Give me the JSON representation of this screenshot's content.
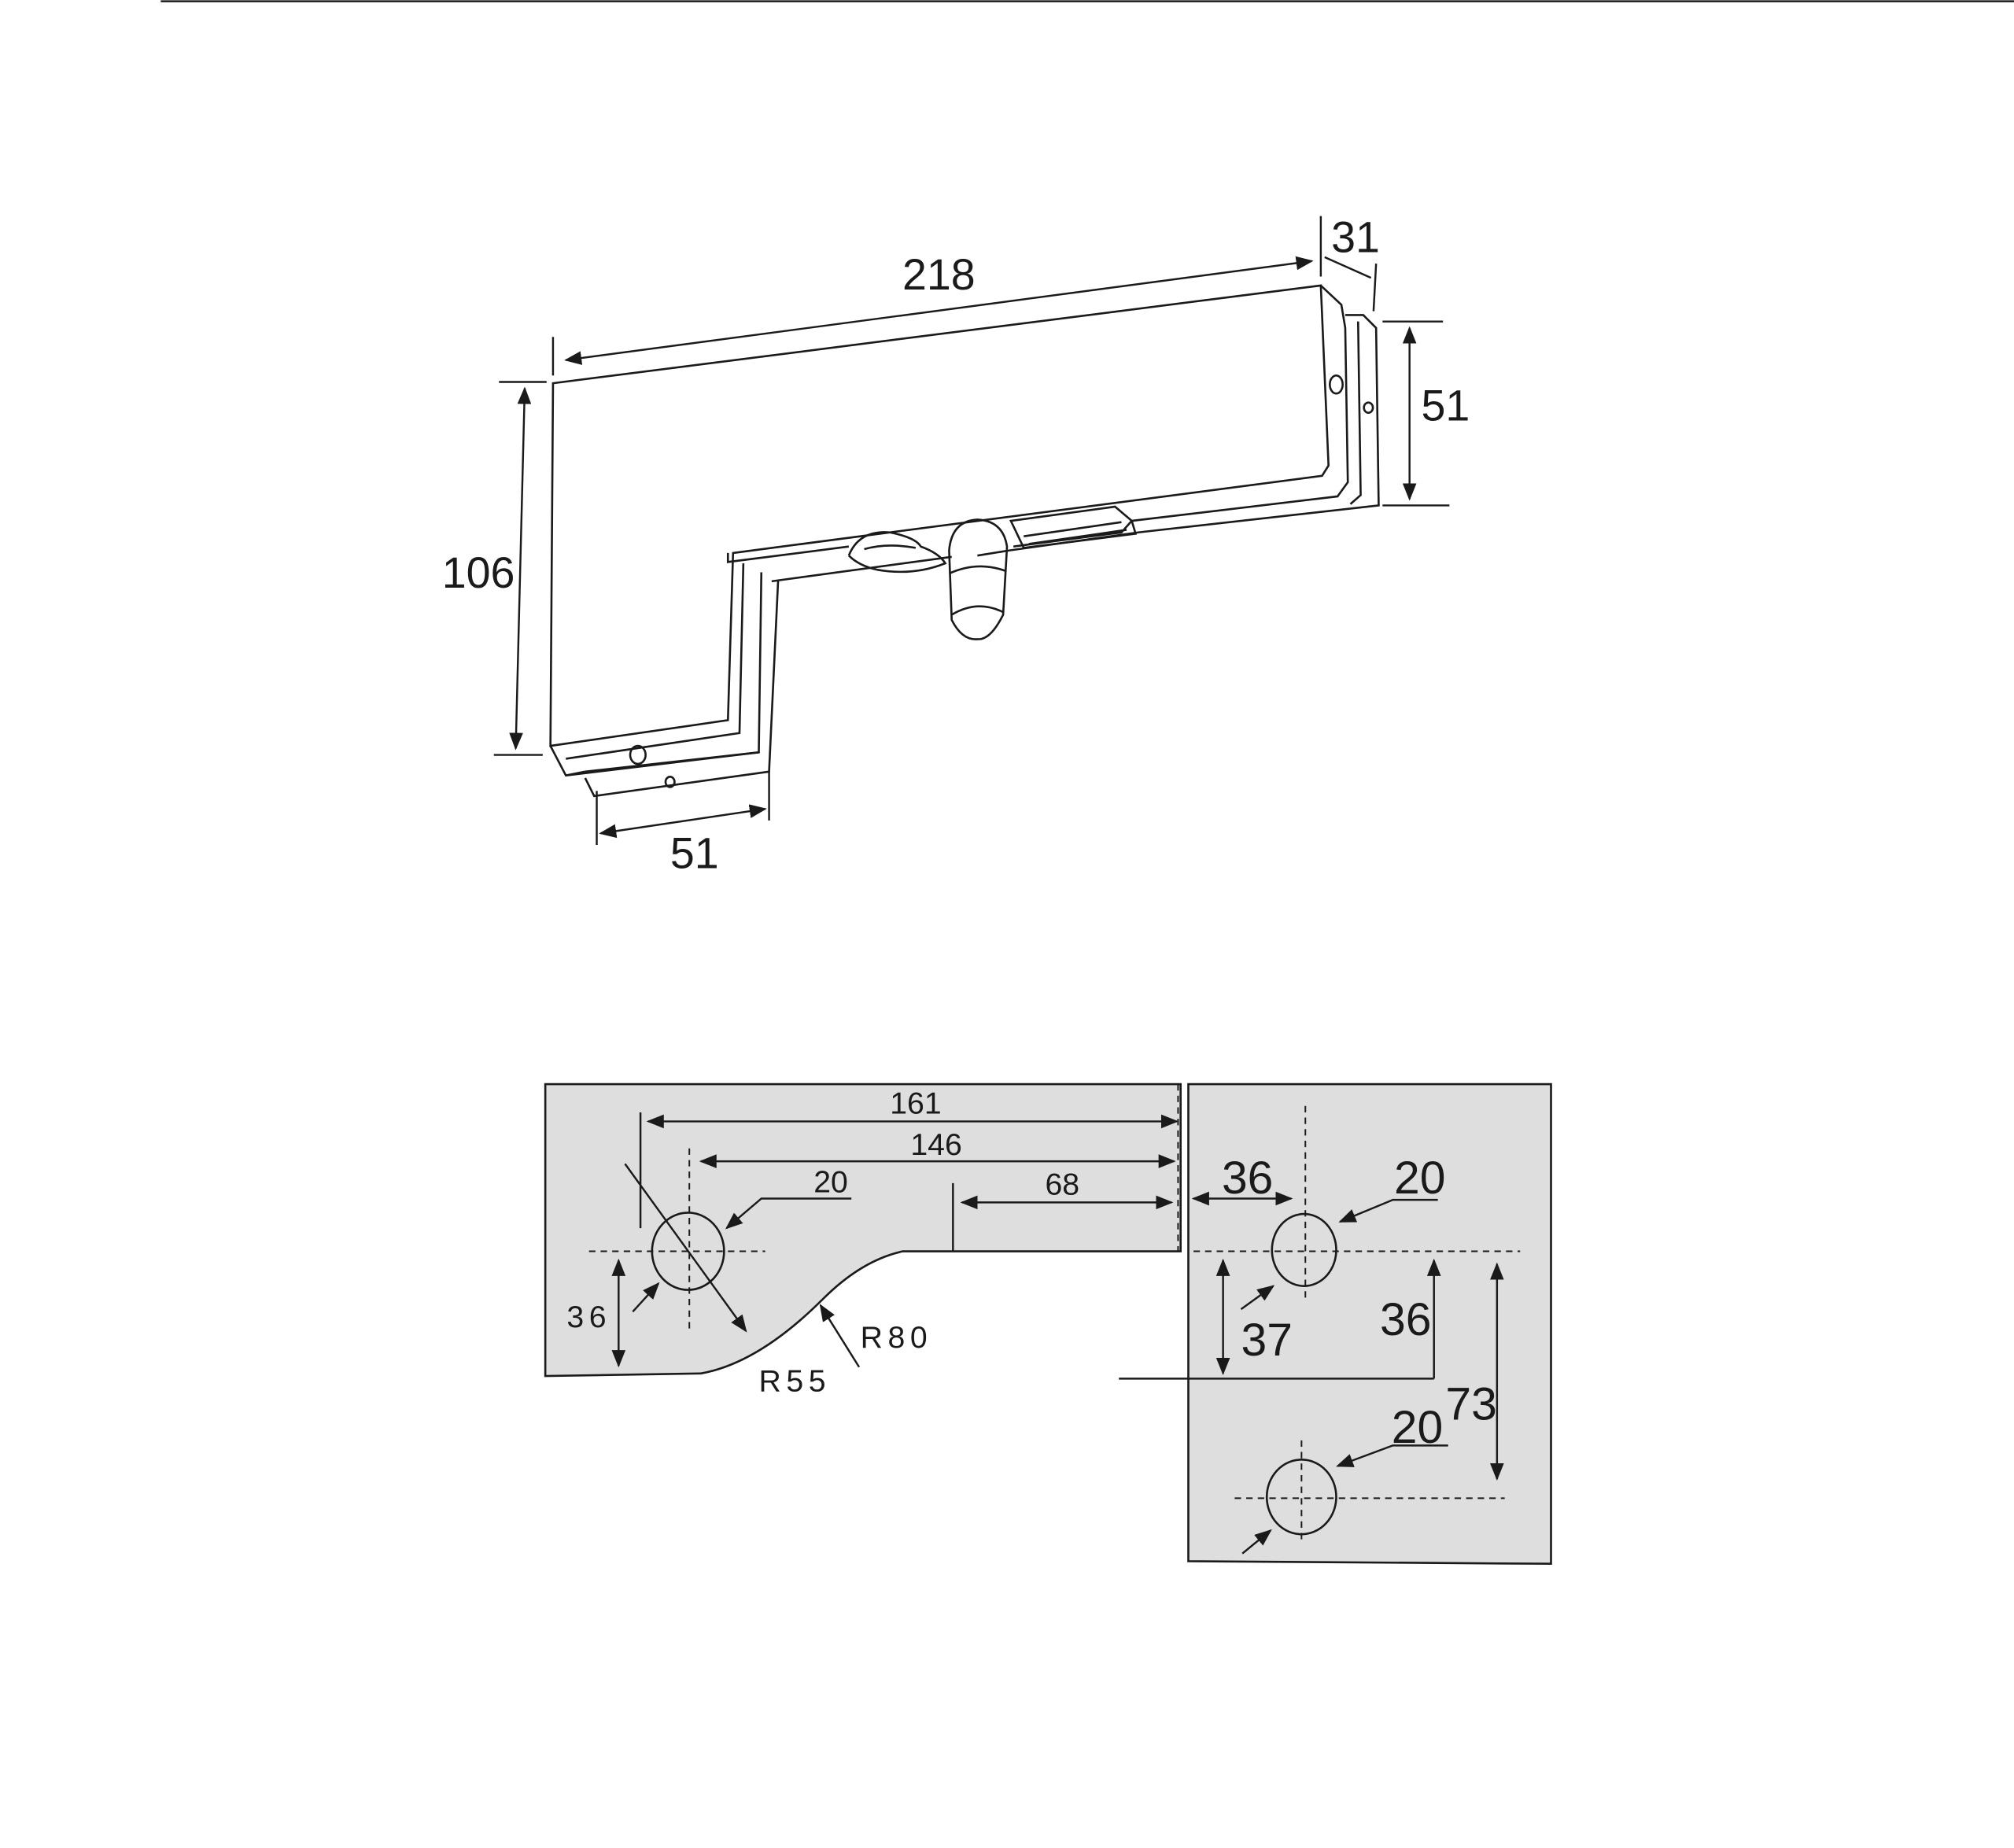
{
  "top_view": {
    "dimensions": {
      "length": "218",
      "depth": "31",
      "right_height": "51",
      "left_height": "106",
      "bottom_width": "51"
    }
  },
  "cutout_template": {
    "dimensions": {
      "d161": "161",
      "d146": "146",
      "hole_left": "20",
      "d68": "68",
      "d36_left": "36",
      "r80": "R80",
      "r55": "R55",
      "d36_right_h": "36",
      "hole_right_top": "20",
      "d37": "37",
      "d36_right_v": "36",
      "hole_right_bottom": "20",
      "d73": "73"
    },
    "fill_color": "#dedede"
  }
}
